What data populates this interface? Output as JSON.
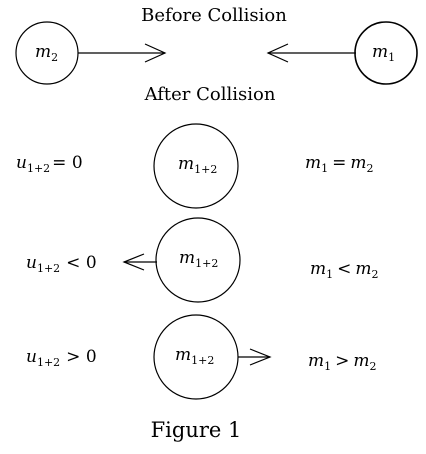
{
  "headings": {
    "before": "Before Collision",
    "after": "After Collision"
  },
  "before": {
    "left_ball": {
      "symbol": "m",
      "subscript": "2"
    },
    "right_ball": {
      "symbol": "m",
      "subscript": "1"
    }
  },
  "cases": [
    {
      "velocity": {
        "symbol": "u",
        "subscript": "1+2",
        "relation": "= 0"
      },
      "ball": {
        "symbol": "m",
        "subscript": "1+2"
      },
      "motion": "none",
      "mass_relation": {
        "left": "m",
        "left_sub": "1",
        "op": "=",
        "right": "m",
        "right_sub": "2"
      }
    },
    {
      "velocity": {
        "symbol": "u",
        "subscript": "1+2",
        "relation": "< 0"
      },
      "ball": {
        "symbol": "m",
        "subscript": "1+2"
      },
      "motion": "left",
      "mass_relation": {
        "left": "m",
        "left_sub": "1",
        "op": "<",
        "right": "m",
        "right_sub": "2"
      }
    },
    {
      "velocity": {
        "symbol": "u",
        "subscript": "1+2",
        "relation": "> 0"
      },
      "ball": {
        "symbol": "m",
        "subscript": "1+2"
      },
      "motion": "right",
      "mass_relation": {
        "left": "m",
        "left_sub": "1",
        "op": ">",
        "right": "m",
        "right_sub": "2"
      }
    }
  ],
  "caption": "Figure 1"
}
